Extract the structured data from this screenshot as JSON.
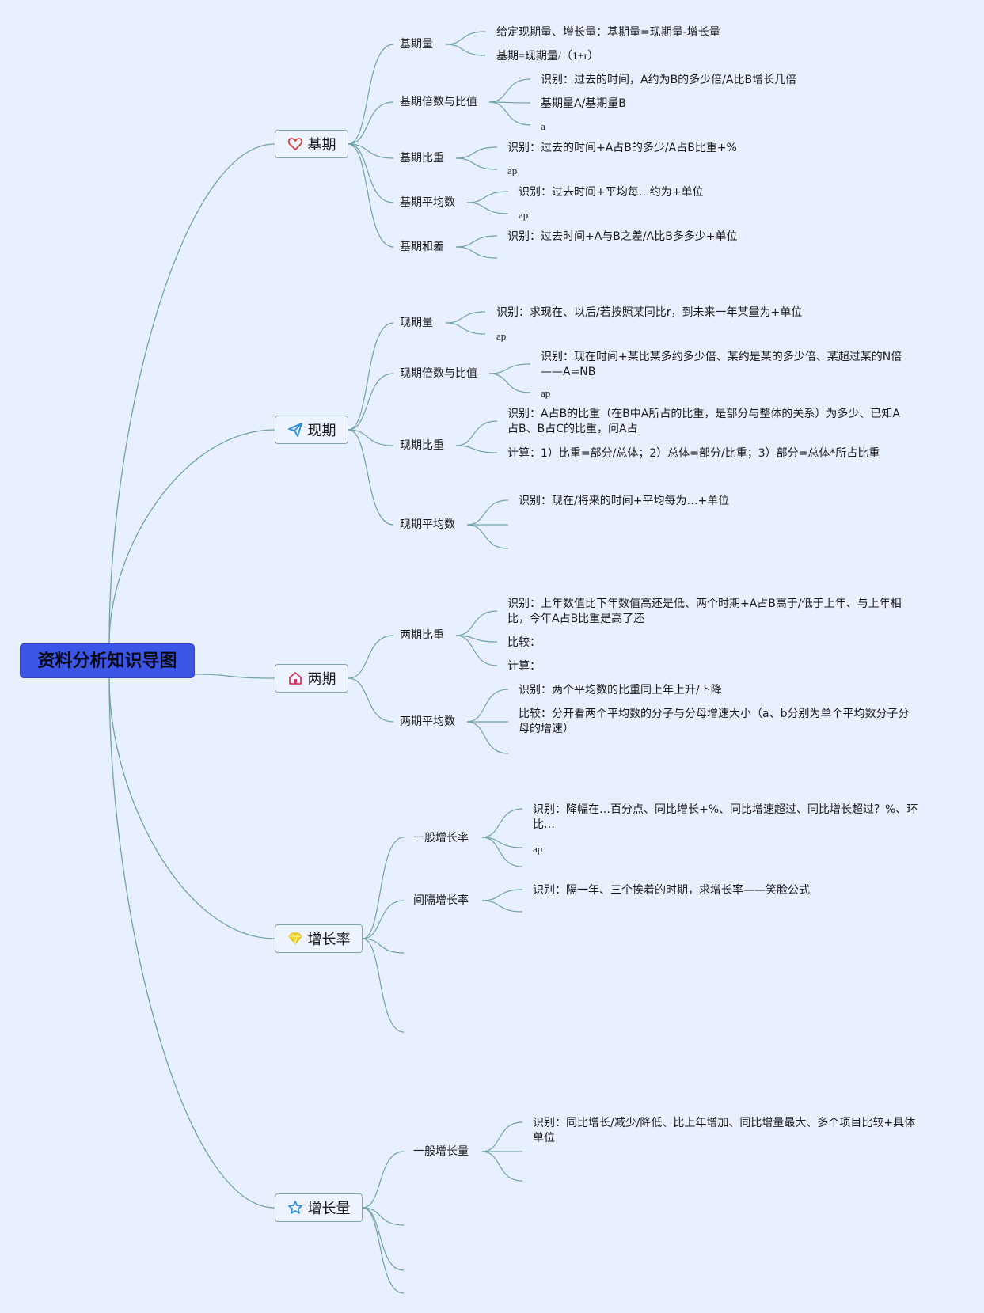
{
  "title": "资料分析知识导图",
  "categories": [
    {
      "label": "基期",
      "icon": "heart-icon",
      "subs": [
        {
          "label": "基期量",
          "leaves": [
            "给定现期量、增长量：基期量=现期量-增长量",
            "基期=现期量/（1+r）"
          ]
        },
        {
          "label": "基期倍数与比值",
          "leaves": [
            "识别：过去的时间，A约为B的多少倍/A比B增长几倍",
            "基期量A/基期量B",
            "a"
          ]
        },
        {
          "label": "基期比重",
          "leaves": [
            "识别：过去的时间+A占B的多少/A占B比重+%",
            "ap"
          ]
        },
        {
          "label": "基期平均数",
          "leaves": [
            "识别：过去时间+平均每…约为+单位",
            "ap"
          ]
        },
        {
          "label": "基期和差",
          "leaves": [
            "识别：过去时间+A与B之差/A比B多多少+单位"
          ]
        }
      ]
    },
    {
      "label": "现期",
      "icon": "paper-plane-icon",
      "subs": [
        {
          "label": "现期量",
          "leaves": [
            "识别：求现在、以后/若按照某同比r，到未来一年某量为+单位",
            "ap"
          ]
        },
        {
          "label": "现期倍数与比值",
          "leaves": [
            "识别：现在时间+某比某多约多少倍、某约是某的多少倍、某超过某的N倍——A=NB",
            "ap"
          ]
        },
        {
          "label": "现期比重",
          "leaves": [
            "识别：A占B的比重（在B中A所占的比重，是部分与整体的关系）为多少、已知A占B、B占C的比重，问A占",
            "计算：1）比重=部分/总体；2）总体=部分/比重；3）部分=总体*所占比重"
          ]
        },
        {
          "label": "现期平均数",
          "leaves": [
            "识别：现在/将来的时间+平均每为…+单位"
          ]
        }
      ]
    },
    {
      "label": "两期",
      "icon": "house-icon",
      "subs": [
        {
          "label": "两期比重",
          "leaves": [
            "识别：上年数值比下年数值高还是低、两个时期+A占B高于/低于上年、与上年相比，今年A占B比重是高了还",
            "比较：",
            "计算："
          ]
        },
        {
          "label": "两期平均数",
          "leaves": [
            "识别：两个平均数的比重同上年上升/下降",
            "比较：分开看两个平均数的分子与分母增速大小（a、b分别为单个平均数分子分母的增速）"
          ]
        }
      ]
    },
    {
      "label": "增长率",
      "icon": "diamond-icon",
      "subs": [
        {
          "label": "一般增长率",
          "leaves": [
            "识别：降幅在…百分点、同比增长+%、同比增速超过、同比增长超过？%、环比…",
            "ap"
          ]
        },
        {
          "label": "间隔增长率",
          "leaves": [
            "识别：隔一年、三个挨着的时期，求增长率——笑脸公式"
          ]
        }
      ]
    },
    {
      "label": "增长量",
      "icon": "star-icon",
      "subs": [
        {
          "label": "一般增长量",
          "leaves": [
            "识别：同比增长/减少/降低、比上年增加、同比增量最大、多个项目比较+具体单位"
          ]
        }
      ]
    }
  ],
  "colors": {
    "background": "#e9f0fd",
    "root": "#3b55e6",
    "line": "#6fa3a6",
    "heart": "#d83a3a",
    "plane": "#2c8fd6",
    "house": "#d9365e",
    "diamond": "#f2d21b",
    "star": "#2f8fd8"
  }
}
